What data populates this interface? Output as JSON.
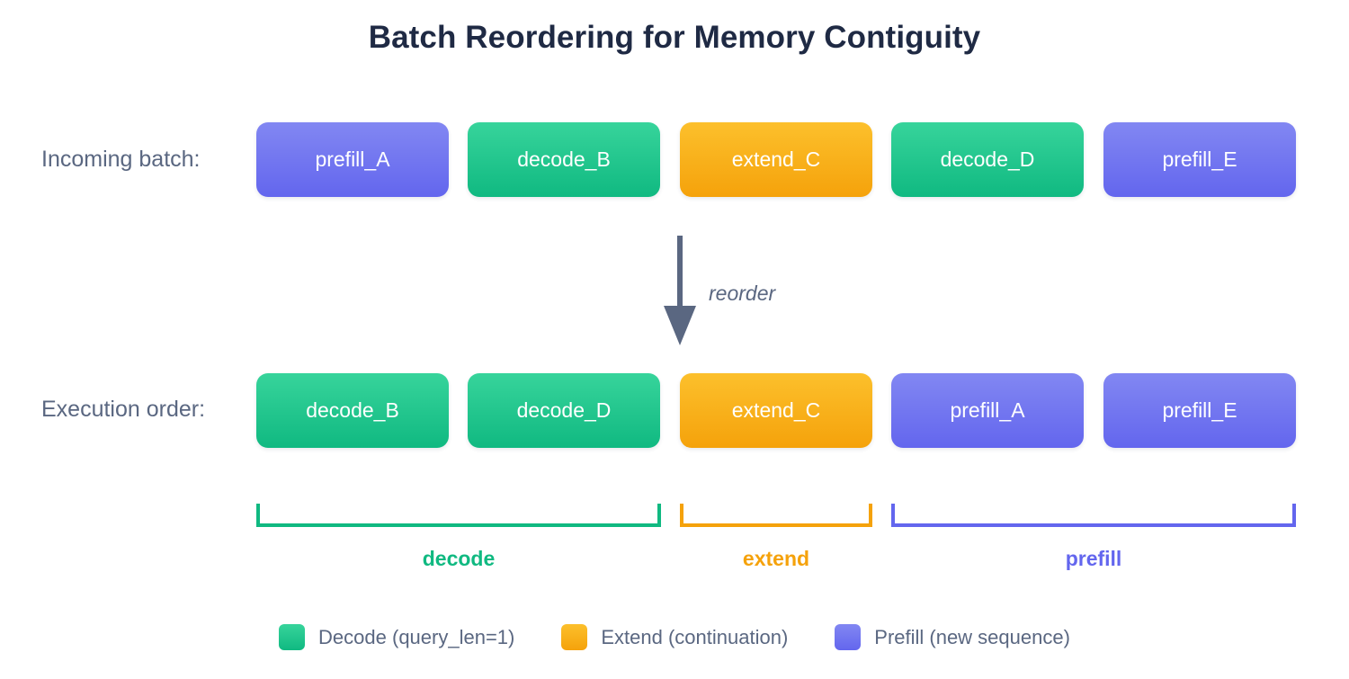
{
  "title": "Batch Reordering for Memory Contiguity",
  "rows": {
    "incoming": {
      "label": "Incoming batch:",
      "boxes": [
        {
          "text": "prefill_A",
          "kind": "prefill"
        },
        {
          "text": "decode_B",
          "kind": "decode"
        },
        {
          "text": "extend_C",
          "kind": "extend"
        },
        {
          "text": "decode_D",
          "kind": "decode"
        },
        {
          "text": "prefill_E",
          "kind": "prefill"
        }
      ]
    },
    "execution": {
      "label": "Execution order:",
      "boxes": [
        {
          "text": "decode_B",
          "kind": "decode"
        },
        {
          "text": "decode_D",
          "kind": "decode"
        },
        {
          "text": "extend_C",
          "kind": "extend"
        },
        {
          "text": "prefill_A",
          "kind": "prefill"
        },
        {
          "text": "prefill_E",
          "kind": "prefill"
        }
      ]
    }
  },
  "arrow": {
    "icon": "arrow-down-icon",
    "label": "reorder"
  },
  "groups": [
    {
      "label": "decode",
      "span": 2,
      "color": "#10b981"
    },
    {
      "label": "extend",
      "span": 1,
      "color": "#f5a20b"
    },
    {
      "label": "prefill",
      "span": 2,
      "color": "#6366ee"
    }
  ],
  "legend": [
    {
      "label": "Decode (query_len=1)",
      "color": "#10b981"
    },
    {
      "label": "Extend (continuation)",
      "color": "#f5a20b"
    },
    {
      "label": "Prefill (new sequence)",
      "color": "#6366ee"
    }
  ],
  "colors": {
    "prefill": "#6366ee",
    "decode": "#10b981",
    "extend": "#f5a20b",
    "title": "#1f2a44",
    "label": "#5a6781",
    "arrow": "#5a6781",
    "background": "#ffffff"
  }
}
